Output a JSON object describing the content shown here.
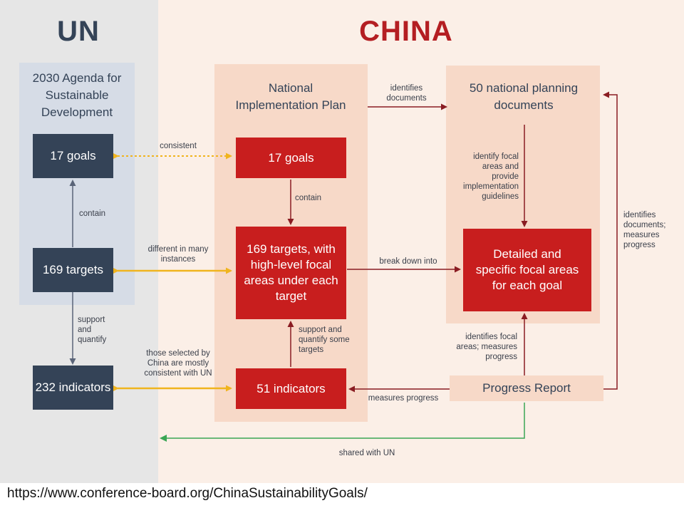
{
  "headers": {
    "un": "UN",
    "china": "CHINA"
  },
  "un": {
    "title": "2030 Agenda for Sustainable Development",
    "goals": "17 goals",
    "targets": "169 targets",
    "indicators": "232 indicators"
  },
  "nip": {
    "title": "National Implementation Plan",
    "goals": "17 goals",
    "targets": "169 targets, with high-level focal areas under each target",
    "indicators": "51 indicators"
  },
  "npd": {
    "title": "50 national planning documents",
    "focal": "Detailed and specific focal areas for each goal"
  },
  "progress_report": "Progress Report",
  "labels": {
    "un_contain": "contain",
    "un_support": "support and quantify",
    "consistent": "consistent",
    "different": "different in many instances",
    "selected": "those selected by China are mostly consistent with UN",
    "nip_contain": "contain",
    "nip_support": "support and quantify some targets",
    "identifies_docs": "identifies documents",
    "identify_focal": "identify focal areas and provide implementation guidelines",
    "break_down": "break down into",
    "identifies_focal": "identifies focal areas; measures progress",
    "measures_progress": "measures progress",
    "identifies_docs_measures": "identifies documents; measures progress",
    "shared": "shared with UN"
  },
  "source_url": "https://www.conference-board.org/ChinaSustainabilityGoals/",
  "colors": {
    "navy": "#344357",
    "red": "#c81e1e",
    "dark_red_arrow": "#8a1c22",
    "yellow_arrow": "#f0b41e",
    "green_arrow": "#3aa655",
    "un_panel": "#e6e6e6",
    "china_panel": "#fbefe7"
  }
}
